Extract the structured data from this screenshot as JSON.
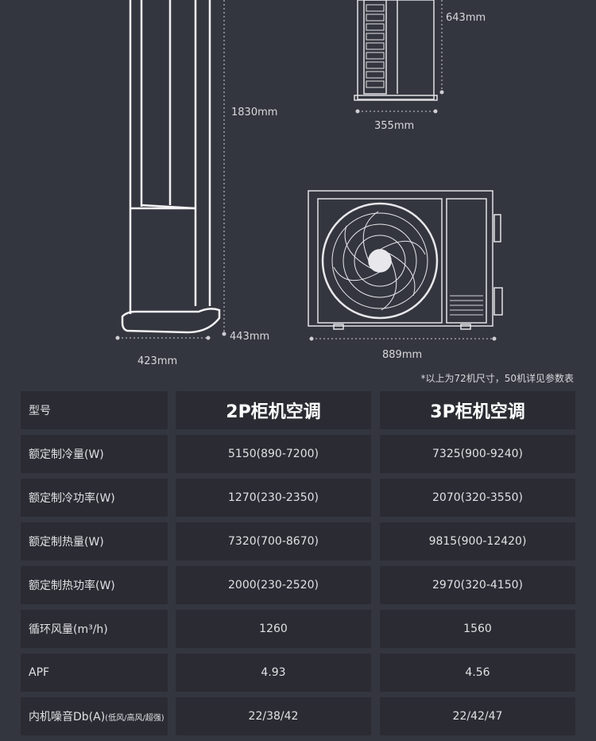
{
  "dimensions": {
    "indoor_height": "1830mm",
    "indoor_width": "423mm",
    "indoor_depth": "443mm",
    "outdoor_height": "643mm",
    "outdoor_depth": "355mm",
    "outdoor_width": "889mm"
  },
  "note": "*以上为72机尺寸，50机详见参数表",
  "table": {
    "header": {
      "label": "型号",
      "col1": "2P柜机空调",
      "col2": "3P柜机空调"
    },
    "rows": [
      {
        "label": "额定制冷量(W)",
        "v1": "5150(890-7200)",
        "v2": "7325(900-9240)"
      },
      {
        "label": "额定制冷功率(W)",
        "v1": "1270(230-2350)",
        "v2": "2070(320-3550)"
      },
      {
        "label": "额定制热量(W)",
        "v1": "7320(700-8670)",
        "v2": "9815(900-12420)"
      },
      {
        "label": "额定制热功率(W)",
        "v1": "2000(230-2520)",
        "v2": "2970(320-4150)"
      },
      {
        "label": "循环风量(m³/h)",
        "v1": "1260",
        "v2": "1560"
      },
      {
        "label": "APF",
        "v1": "4.93",
        "v2": "4.56"
      },
      {
        "label": "内机噪音Db(A)",
        "label_small": "(低风/高风/超强)",
        "v1": "22/38/42",
        "v2": "22/42/47"
      }
    ]
  }
}
